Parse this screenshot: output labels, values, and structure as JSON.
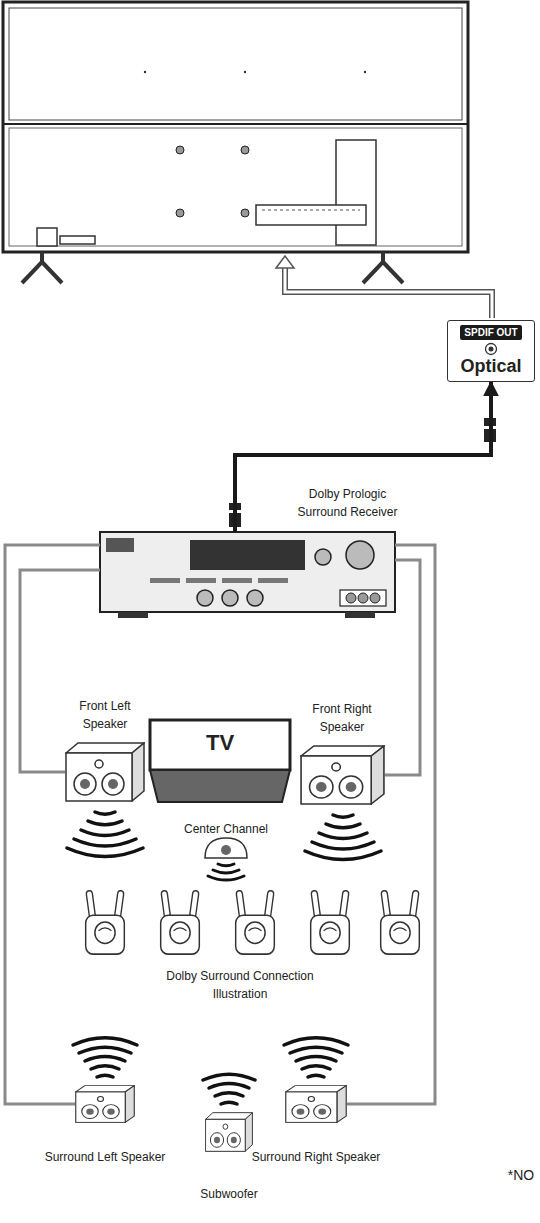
{
  "diagram": {
    "nodes": [
      {
        "text": [
          "SPDIF OUT",
          "Optical"
        ]
      },
      {
        "text": [
          "Dolby Prologic Surround Receiver"
        ]
      },
      {
        "text": [
          "Front Left Speaker"
        ]
      },
      {
        "text": [
          "TV"
        ]
      },
      {
        "text": [
          "Front Right Speaker"
        ]
      },
      {
        "text": [
          "Center Channel"
        ]
      },
      {
        "text": [
          "Surround Left Speaker"
        ]
      },
      {
        "text": [
          "Subwoofer"
        ]
      },
      {
        "text": [
          "Surround Right Speaker"
        ]
      }
    ],
    "edges": [
      {
        "from": 1,
        "to": 0,
        "arrow": "to"
      },
      {
        "from": 1,
        "to": 2,
        "arrow": "none"
      },
      {
        "from": 1,
        "to": 4,
        "arrow": "none"
      },
      {
        "from": 1,
        "to": 6,
        "arrow": "none"
      },
      {
        "from": 1,
        "to": 8,
        "arrow": "none"
      }
    ],
    "labels": [
      "Dolby Surround Connection Illustration",
      "*NO"
    ]
  }
}
